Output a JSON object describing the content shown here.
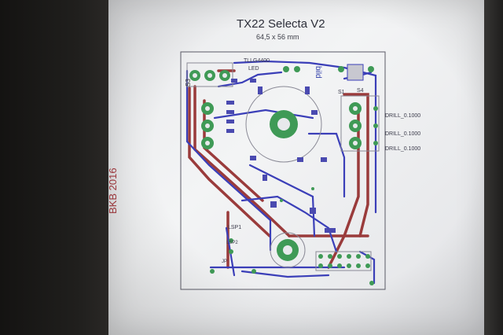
{
  "document": {
    "title": "TX22 Selecta V2",
    "dimensions": "64,5 x 56 mm"
  },
  "pcb": {
    "credit": "BKB 2016",
    "mirror_text": "bild",
    "labels": {
      "tllg": "TLLG4400",
      "led": "LED",
      "s3": "S3",
      "s1": "S1",
      "s4": "S4",
      "lsp1": "LSP1",
      "lsp2": "LSP2",
      "jp": "JP",
      "drill_1": "DRILL_0.1000",
      "drill_2": "DRILL_0.1000",
      "drill_3": "DRILL_0.1000"
    }
  },
  "colors": {
    "bottom_trace": "#3b3fb8",
    "top_trace": "#9a3b3b",
    "pad": "#3f9a56",
    "board_outline": "#5a5a66"
  }
}
